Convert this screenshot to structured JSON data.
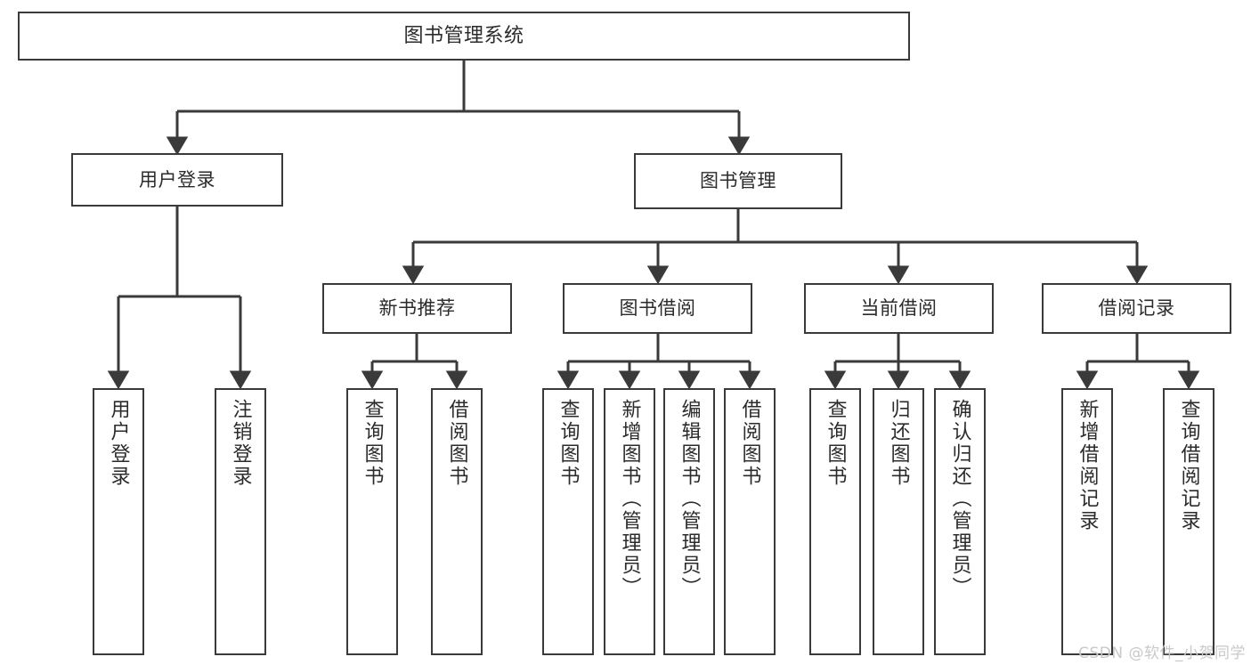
{
  "diagram": {
    "title": "图书管理系统",
    "type": "tree-hierarchy",
    "orientation": "top-down",
    "line_color": "#3a3a3a",
    "box_fill": "#ffffff",
    "text_color": "#2b2b2b",
    "watermark": "CSDN @软件_小贺同学"
  },
  "nodes": {
    "root": {
      "label": "图书管理系统"
    },
    "level1": [
      {
        "label": "用户登录"
      },
      {
        "label": "图书管理"
      }
    ],
    "level2": [
      {
        "label": "新书推荐"
      },
      {
        "label": "图书借阅"
      },
      {
        "label": "当前借阅"
      },
      {
        "label": "借阅记录"
      }
    ],
    "leaves": {
      "user_login": [
        {
          "label": "用户登录"
        },
        {
          "label": "注销登录"
        }
      ],
      "new_book_recommend": [
        {
          "label": "查询图书"
        },
        {
          "label": "借阅图书"
        }
      ],
      "book_borrow": [
        {
          "label": "查询图书"
        },
        {
          "label": "新增图书（管理员）"
        },
        {
          "label": "编辑图书（管理员）"
        },
        {
          "label": "借阅图书"
        }
      ],
      "current_borrow": [
        {
          "label": "查询图书"
        },
        {
          "label": "归还图书"
        },
        {
          "label": "确认归还（管理员）"
        }
      ],
      "borrow_record": [
        {
          "label": "新增借阅记录"
        },
        {
          "label": "查询借阅记录"
        }
      ]
    }
  }
}
